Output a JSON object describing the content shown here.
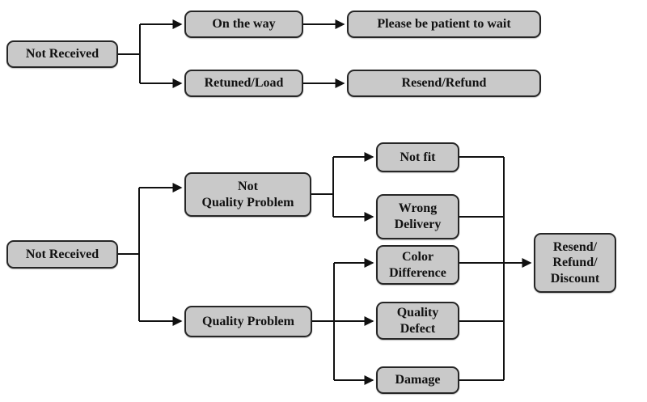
{
  "colors": {
    "background": "#ffffff",
    "node_fill": "#c9c9c9",
    "node_border": "#262626",
    "connector": "#111111",
    "text": "#111111"
  },
  "flow_top": {
    "root": "Not Received",
    "on_the_way": "On the way",
    "patient": "Please be patient to wait",
    "retuned_load": "Retuned/Load",
    "resend_refund": "Resend/Refund"
  },
  "flow_bottom": {
    "root": "Not Received",
    "not_quality_problem": "Not\nQuality Problem",
    "quality_problem": "Quality Problem",
    "not_fit": "Not fit",
    "wrong_delivery": "Wrong\nDelivery",
    "color_difference": "Color\nDifference",
    "quality_defect": "Quality\nDefect",
    "damage": "Damage",
    "outcome": "Resend/\nRefund/\nDiscount"
  }
}
